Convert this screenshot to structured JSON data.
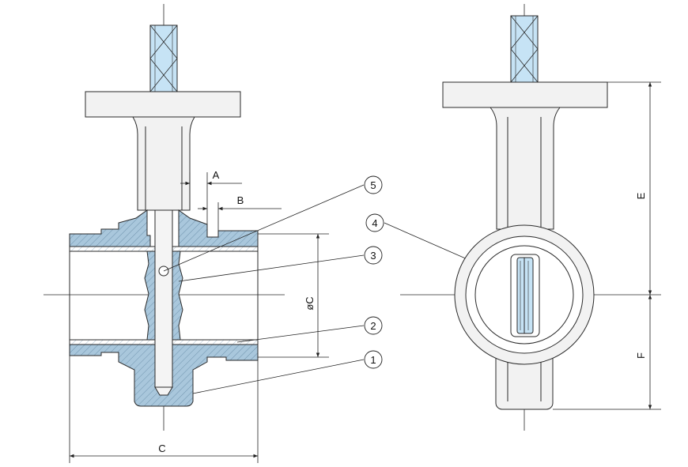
{
  "colors": {
    "line": "#2a2a2a",
    "body_fill": "#f2f2f2",
    "section_fill": "#a9c7dc",
    "hatch": "#6f93ad",
    "stem_fill": "#c6e3f5",
    "background": "#ffffff"
  },
  "dimensions": {
    "a": "A",
    "b": "B",
    "c": "C",
    "oc": "øC",
    "e": "E",
    "f": "F"
  },
  "callouts": [
    {
      "label": "1"
    },
    {
      "label": "2"
    },
    {
      "label": "3"
    },
    {
      "label": "4"
    },
    {
      "label": "5"
    }
  ]
}
